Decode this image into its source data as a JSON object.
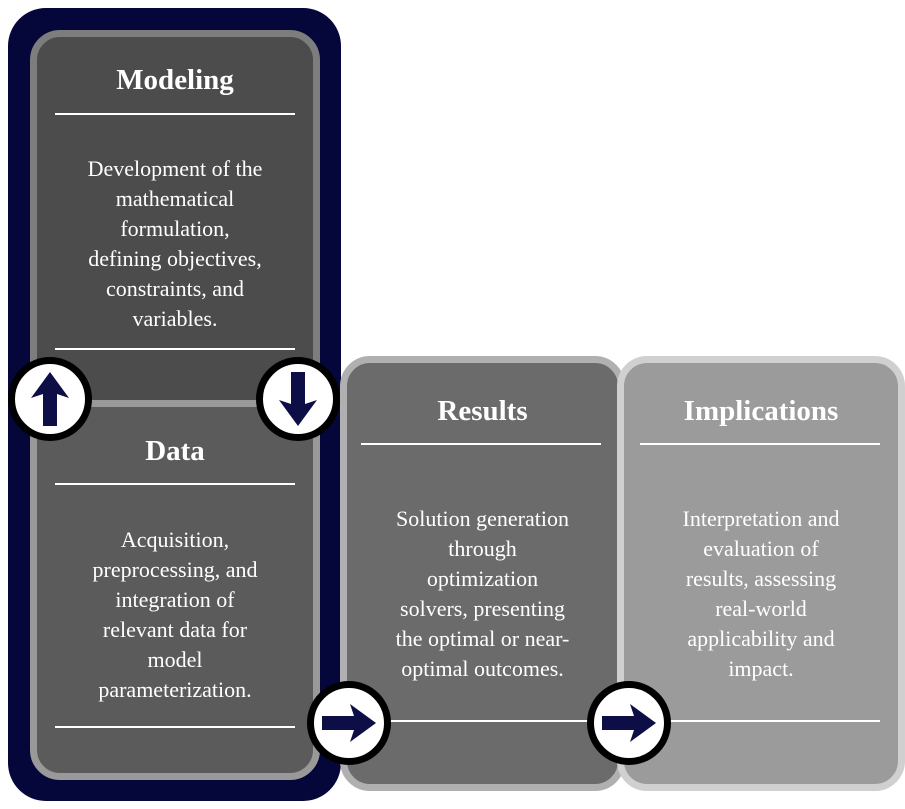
{
  "steps": [
    {
      "title": "Modeling",
      "description": [
        "Development of the",
        "mathematical",
        "formulation,",
        "defining objectives,",
        "constraints, and",
        "variables."
      ]
    },
    {
      "title": "Data",
      "description": [
        "Acquisition,",
        "preprocessing, and",
        "integration of",
        "relevant data for",
        "model",
        "parameterization."
      ]
    },
    {
      "title": "Results",
      "description": [
        "Solution generation",
        "through",
        "optimization",
        "solvers, presenting",
        "the optimal or near-",
        "optimal outcomes."
      ]
    },
    {
      "title": "Implications",
      "description": [
        "Interpretation and",
        "evaluation of",
        "results, assessing",
        "real-world",
        "applicability and",
        "impact."
      ]
    }
  ],
  "colors": {
    "frame": "#05063a",
    "arrow": "#0d0e45",
    "card_modeling": "#4c4c4c",
    "card_data": "#5b5b5b",
    "card_results": "#6b6b6b",
    "card_implications": "#9b9b9b"
  },
  "arrows": [
    {
      "icon": "arrow-up-icon",
      "between": [
        "Data",
        "Modeling"
      ]
    },
    {
      "icon": "arrow-down-icon",
      "between": [
        "Modeling",
        "Data"
      ]
    },
    {
      "icon": "arrow-right-icon",
      "between": [
        "Data",
        "Results"
      ]
    },
    {
      "icon": "arrow-right-icon",
      "between": [
        "Results",
        "Implications"
      ]
    }
  ]
}
